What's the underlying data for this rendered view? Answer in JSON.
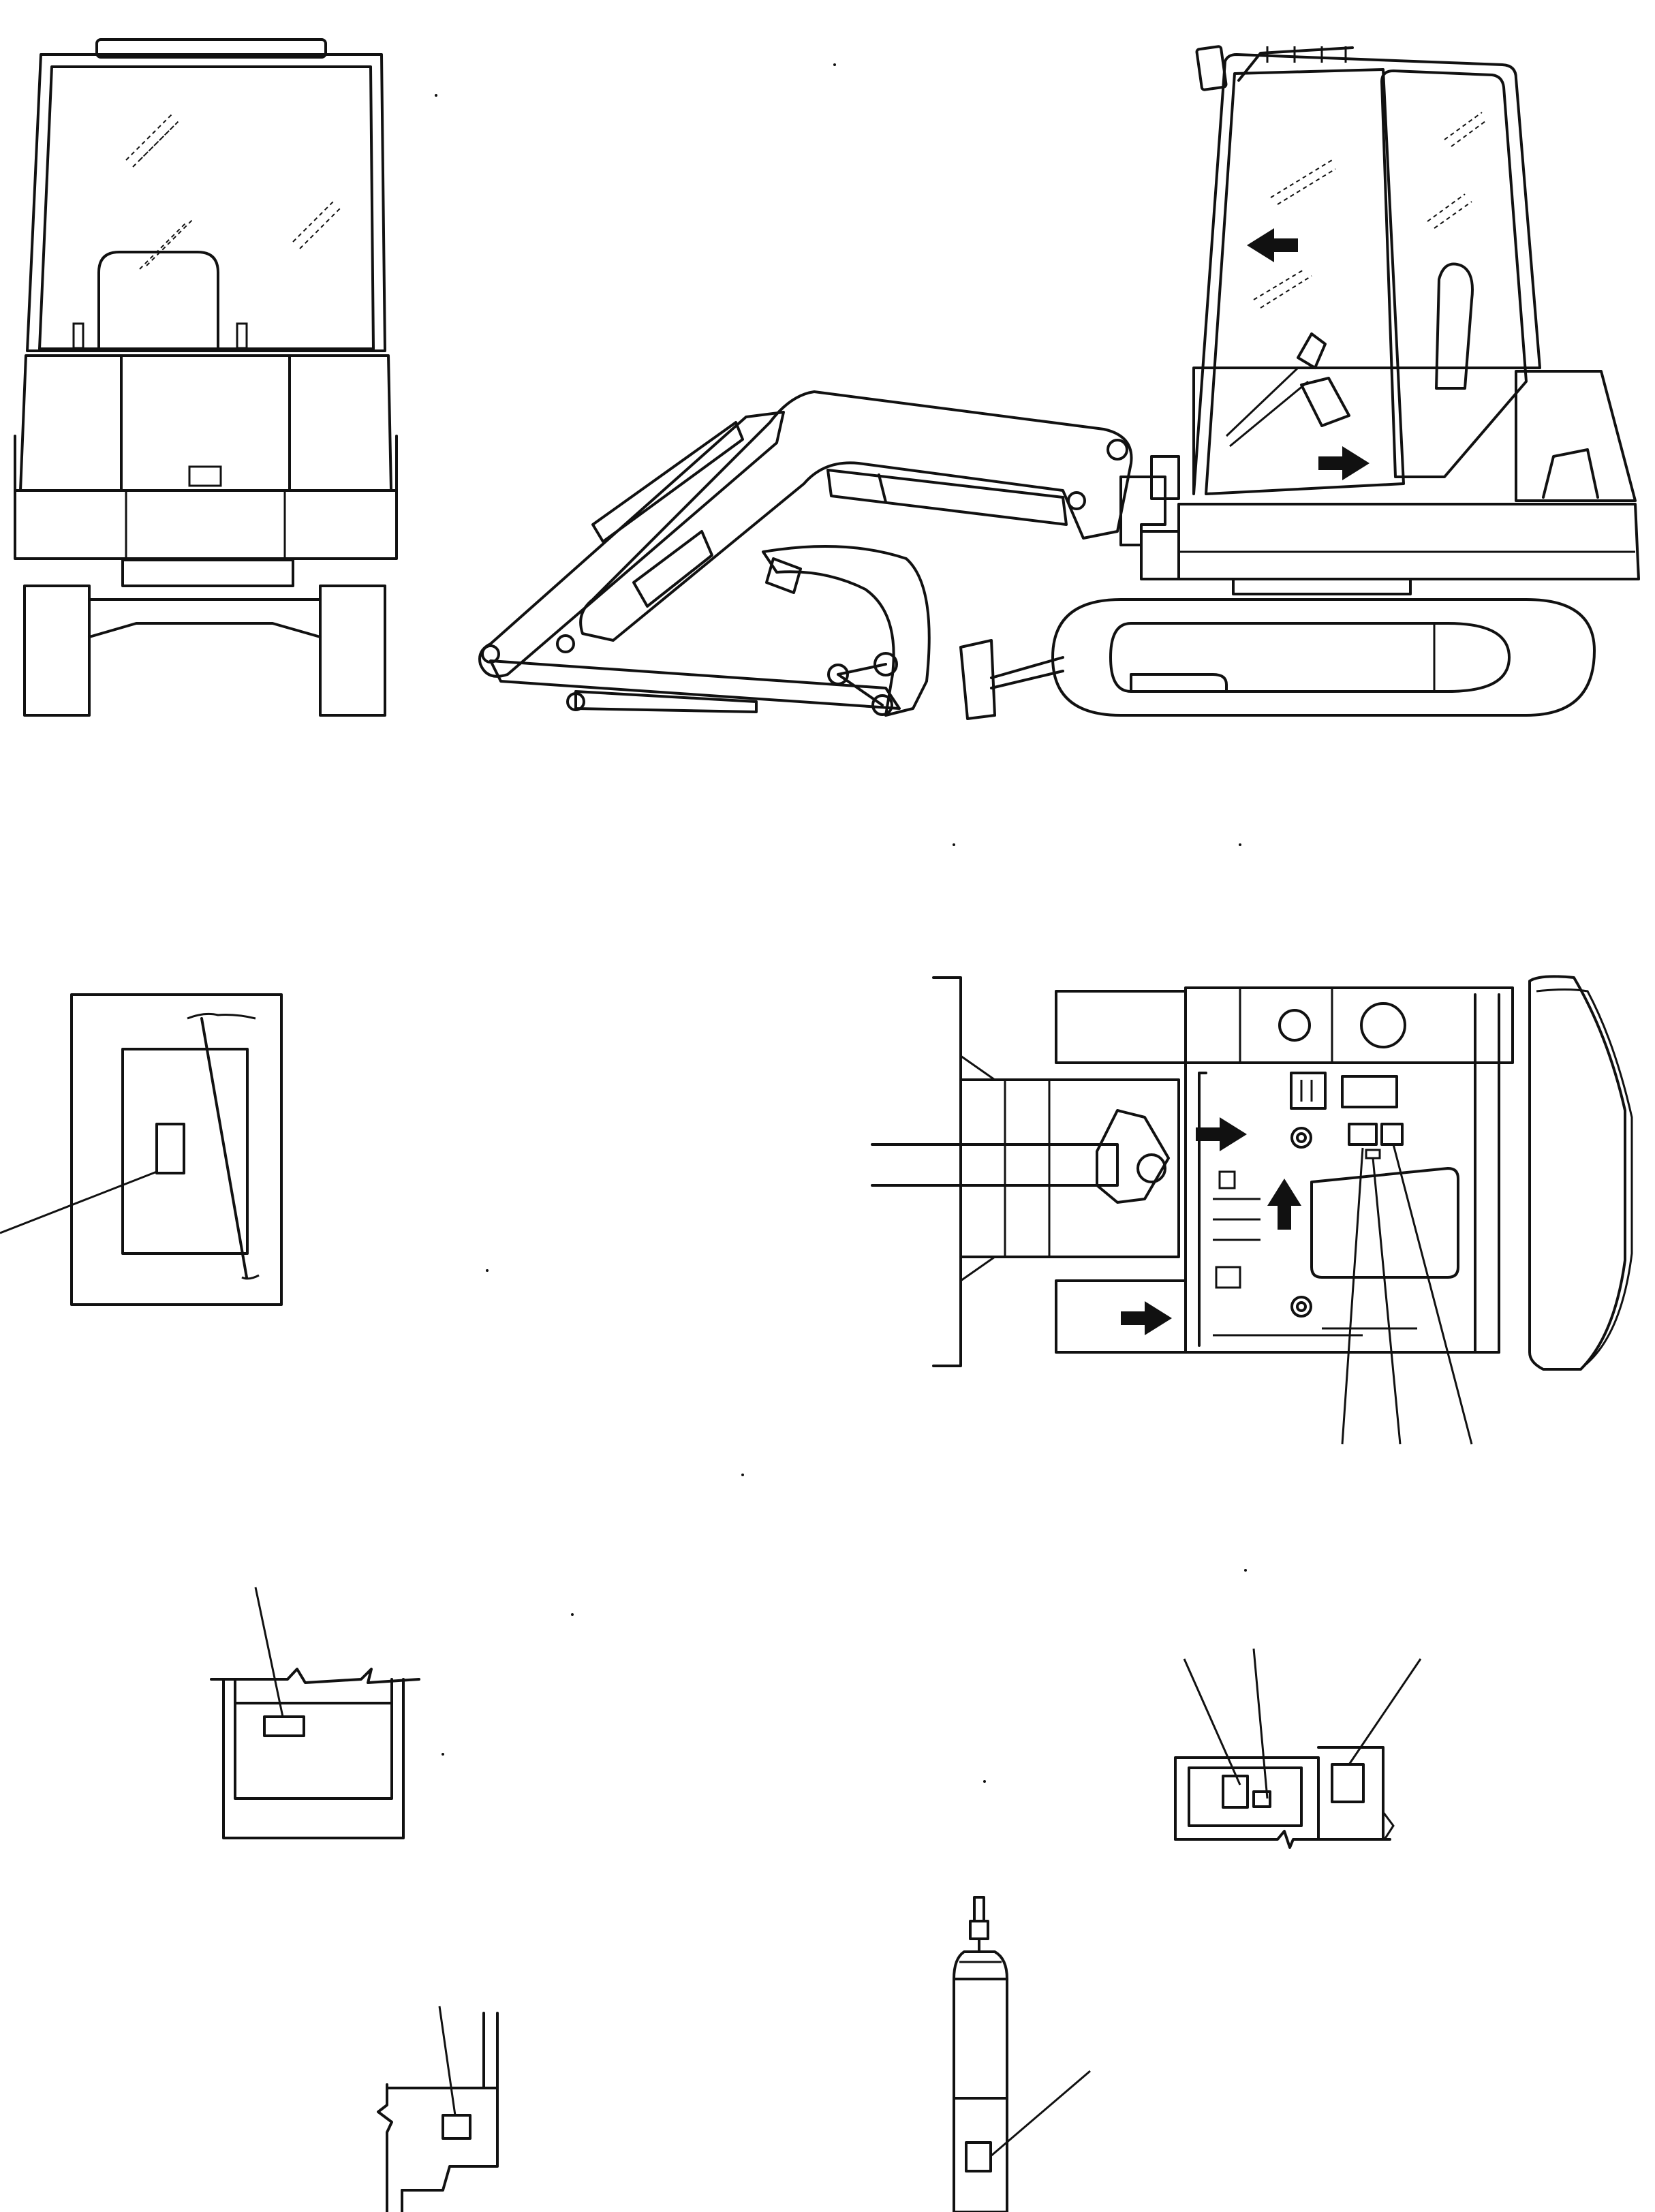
{
  "figure": {
    "views": [
      "front-view",
      "side-view",
      "detail-left-mid",
      "top-view",
      "detail-tray",
      "detail-label-cluster",
      "detail-bracket",
      "detail-lever"
    ],
    "colors": {
      "line": "#111111",
      "background": "#ffffff"
    }
  }
}
